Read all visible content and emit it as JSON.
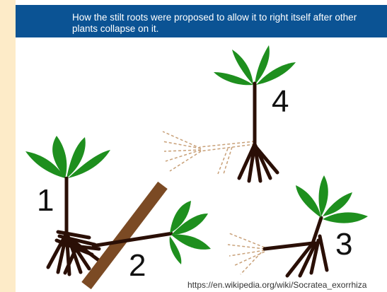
{
  "caption": "How the stilt roots were proposed to allow it to right itself after other plants collapse on it.",
  "labels": [
    "1",
    "2",
    "3",
    "4"
  ],
  "source_url": "https://en.wikipedia.org/wiki/Socratea_exorrhiza",
  "colors": {
    "header": "#0b5394",
    "stem": "#2a0f06",
    "leaf": "#1e8f1e",
    "fallen_plant": "#7b4a24",
    "ghost_root": "#c8a078",
    "side_margin": "#fdebc8"
  }
}
